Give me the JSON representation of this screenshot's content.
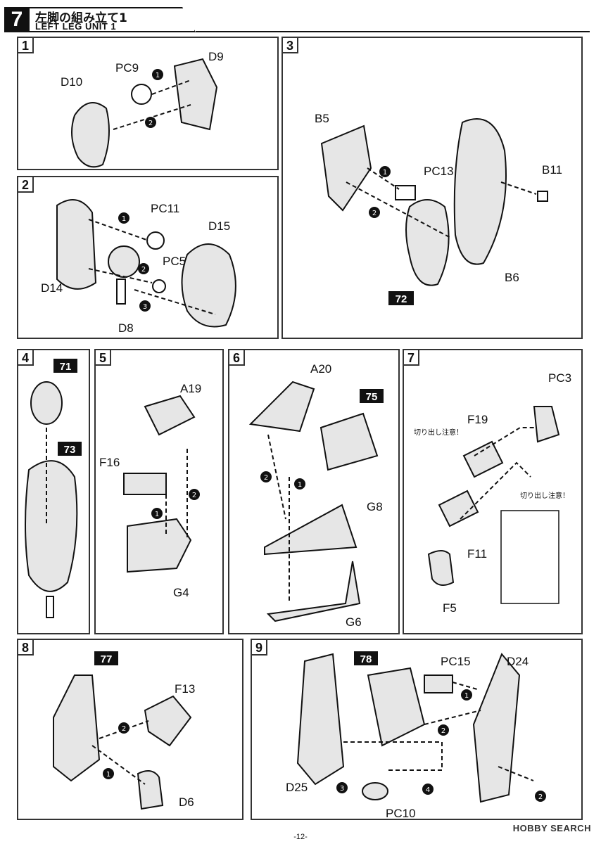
{
  "header": {
    "step_number": "7",
    "title_jp": "左脚の組み立て1",
    "title_en": "LEFT LEG UNIT 1"
  },
  "steps": [
    {
      "number": "1",
      "labels": [
        "D10",
        "PC9",
        "D9"
      ],
      "order": [
        "1",
        "2"
      ]
    },
    {
      "number": "2",
      "labels": [
        "PC11",
        "D15",
        "PC5",
        "D14",
        "D8"
      ],
      "order": [
        "1",
        "2",
        "3"
      ]
    },
    {
      "number": "3",
      "labels": [
        "B5",
        "PC13",
        "B11",
        "B6"
      ],
      "refs": [
        "72"
      ],
      "order": [
        "1",
        "2"
      ]
    },
    {
      "number": "4",
      "refs": [
        "71",
        "73"
      ]
    },
    {
      "number": "5",
      "labels": [
        "A19",
        "F16",
        "G4"
      ],
      "order": [
        "1",
        "2"
      ]
    },
    {
      "number": "6",
      "labels": [
        "A20",
        "G8",
        "G6"
      ],
      "refs": [
        "75"
      ],
      "order": [
        "1",
        "2"
      ]
    },
    {
      "number": "7",
      "labels": [
        "PC3",
        "F19",
        "F11",
        "F5"
      ],
      "notes": [
        "切り出し注意！",
        "切り出し注意！"
      ]
    },
    {
      "number": "8",
      "labels": [
        "F13",
        "D6"
      ],
      "refs": [
        "77"
      ],
      "order": [
        "1",
        "2"
      ]
    },
    {
      "number": "9",
      "labels": [
        "PC15",
        "D24",
        "D25",
        "PC10"
      ],
      "refs": [
        "78"
      ],
      "order": [
        "1",
        "2",
        "2",
        "3",
        "4"
      ]
    }
  ],
  "footer": {
    "page": "-12-"
  },
  "watermark": "HOBBY SEARCH",
  "colors": {
    "ink": "#111111",
    "frame": "#333333",
    "fill": "#e6e6e6"
  }
}
